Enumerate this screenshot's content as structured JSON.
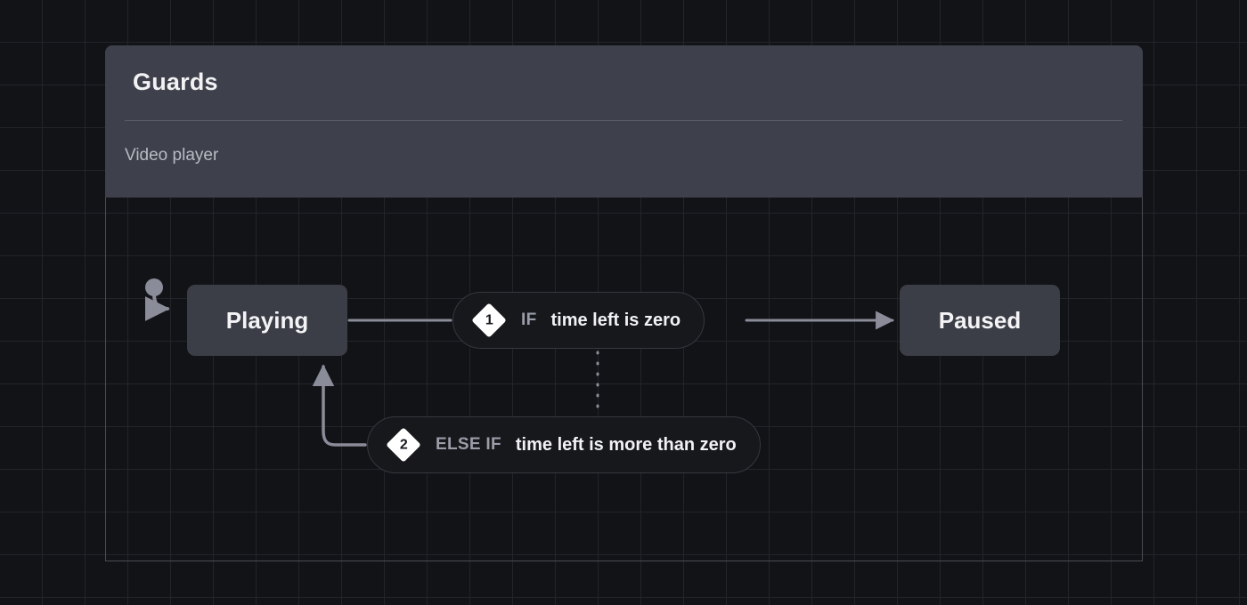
{
  "panel": {
    "title": "Guards",
    "subtitle": "Video player"
  },
  "machine": {
    "initial_marker": "initial-state-dot",
    "states": [
      {
        "id": "playing",
        "label": "Playing"
      },
      {
        "id": "paused",
        "label": "Paused"
      }
    ],
    "guards": [
      {
        "number": "1",
        "keyword": "IF",
        "condition": "time left is zero",
        "source": "Playing",
        "target": "Paused"
      },
      {
        "number": "2",
        "keyword": "ELSE IF",
        "condition": "time left is more than zero",
        "source": "Playing",
        "target": "Playing"
      }
    ]
  },
  "colors": {
    "canvas_background": "#121317",
    "grid_line": "#22242a",
    "panel_background": "#3e404b",
    "state_background": "#3b3d47",
    "pill_background": "#16181c",
    "pill_border": "#35383f",
    "edge_stroke": "#8a8d99",
    "text_primary": "#f2f2f4",
    "text_muted": "#b9bbc3",
    "badge_fill": "#ffffff"
  }
}
